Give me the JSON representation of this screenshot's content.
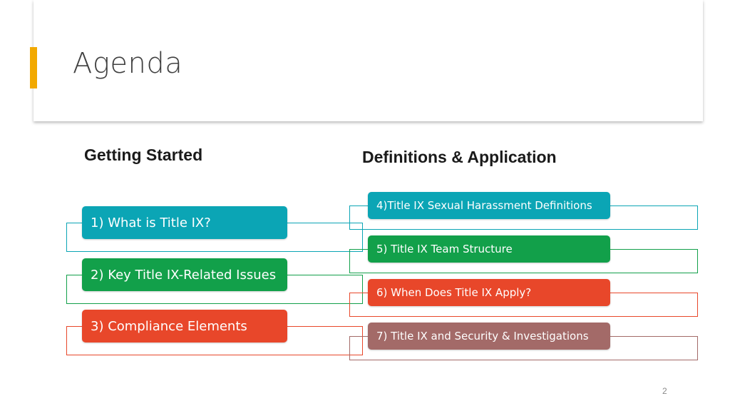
{
  "slide": {
    "title": "Agenda",
    "page_number": "2",
    "colors": {
      "accent": "#f2a900",
      "teal": "#0ba5b5",
      "green": "#12a04a",
      "orange": "#e8472a",
      "mauve": "#a36a68"
    }
  },
  "columns": {
    "left": {
      "heading": "Getting Started",
      "items": [
        {
          "label": "1) What is Title IX?",
          "color": "#0ba5b5"
        },
        {
          "label": "2) Key Title IX-Related Issues",
          "color": "#12a04a"
        },
        {
          "label": "3) Compliance Elements",
          "color": "#e8472a"
        }
      ]
    },
    "right": {
      "heading": "Definitions & Application",
      "items": [
        {
          "label": "4)Title IX Sexual Harassment Definitions",
          "color": "#0ba5b5"
        },
        {
          "label": "5) Title IX Team Structure",
          "color": "#12a04a"
        },
        {
          "label": "6) When Does Title IX Apply?",
          "color": "#e8472a"
        },
        {
          "label": "7) Title IX and Security & Investigations",
          "color": "#a36a68"
        }
      ]
    }
  }
}
